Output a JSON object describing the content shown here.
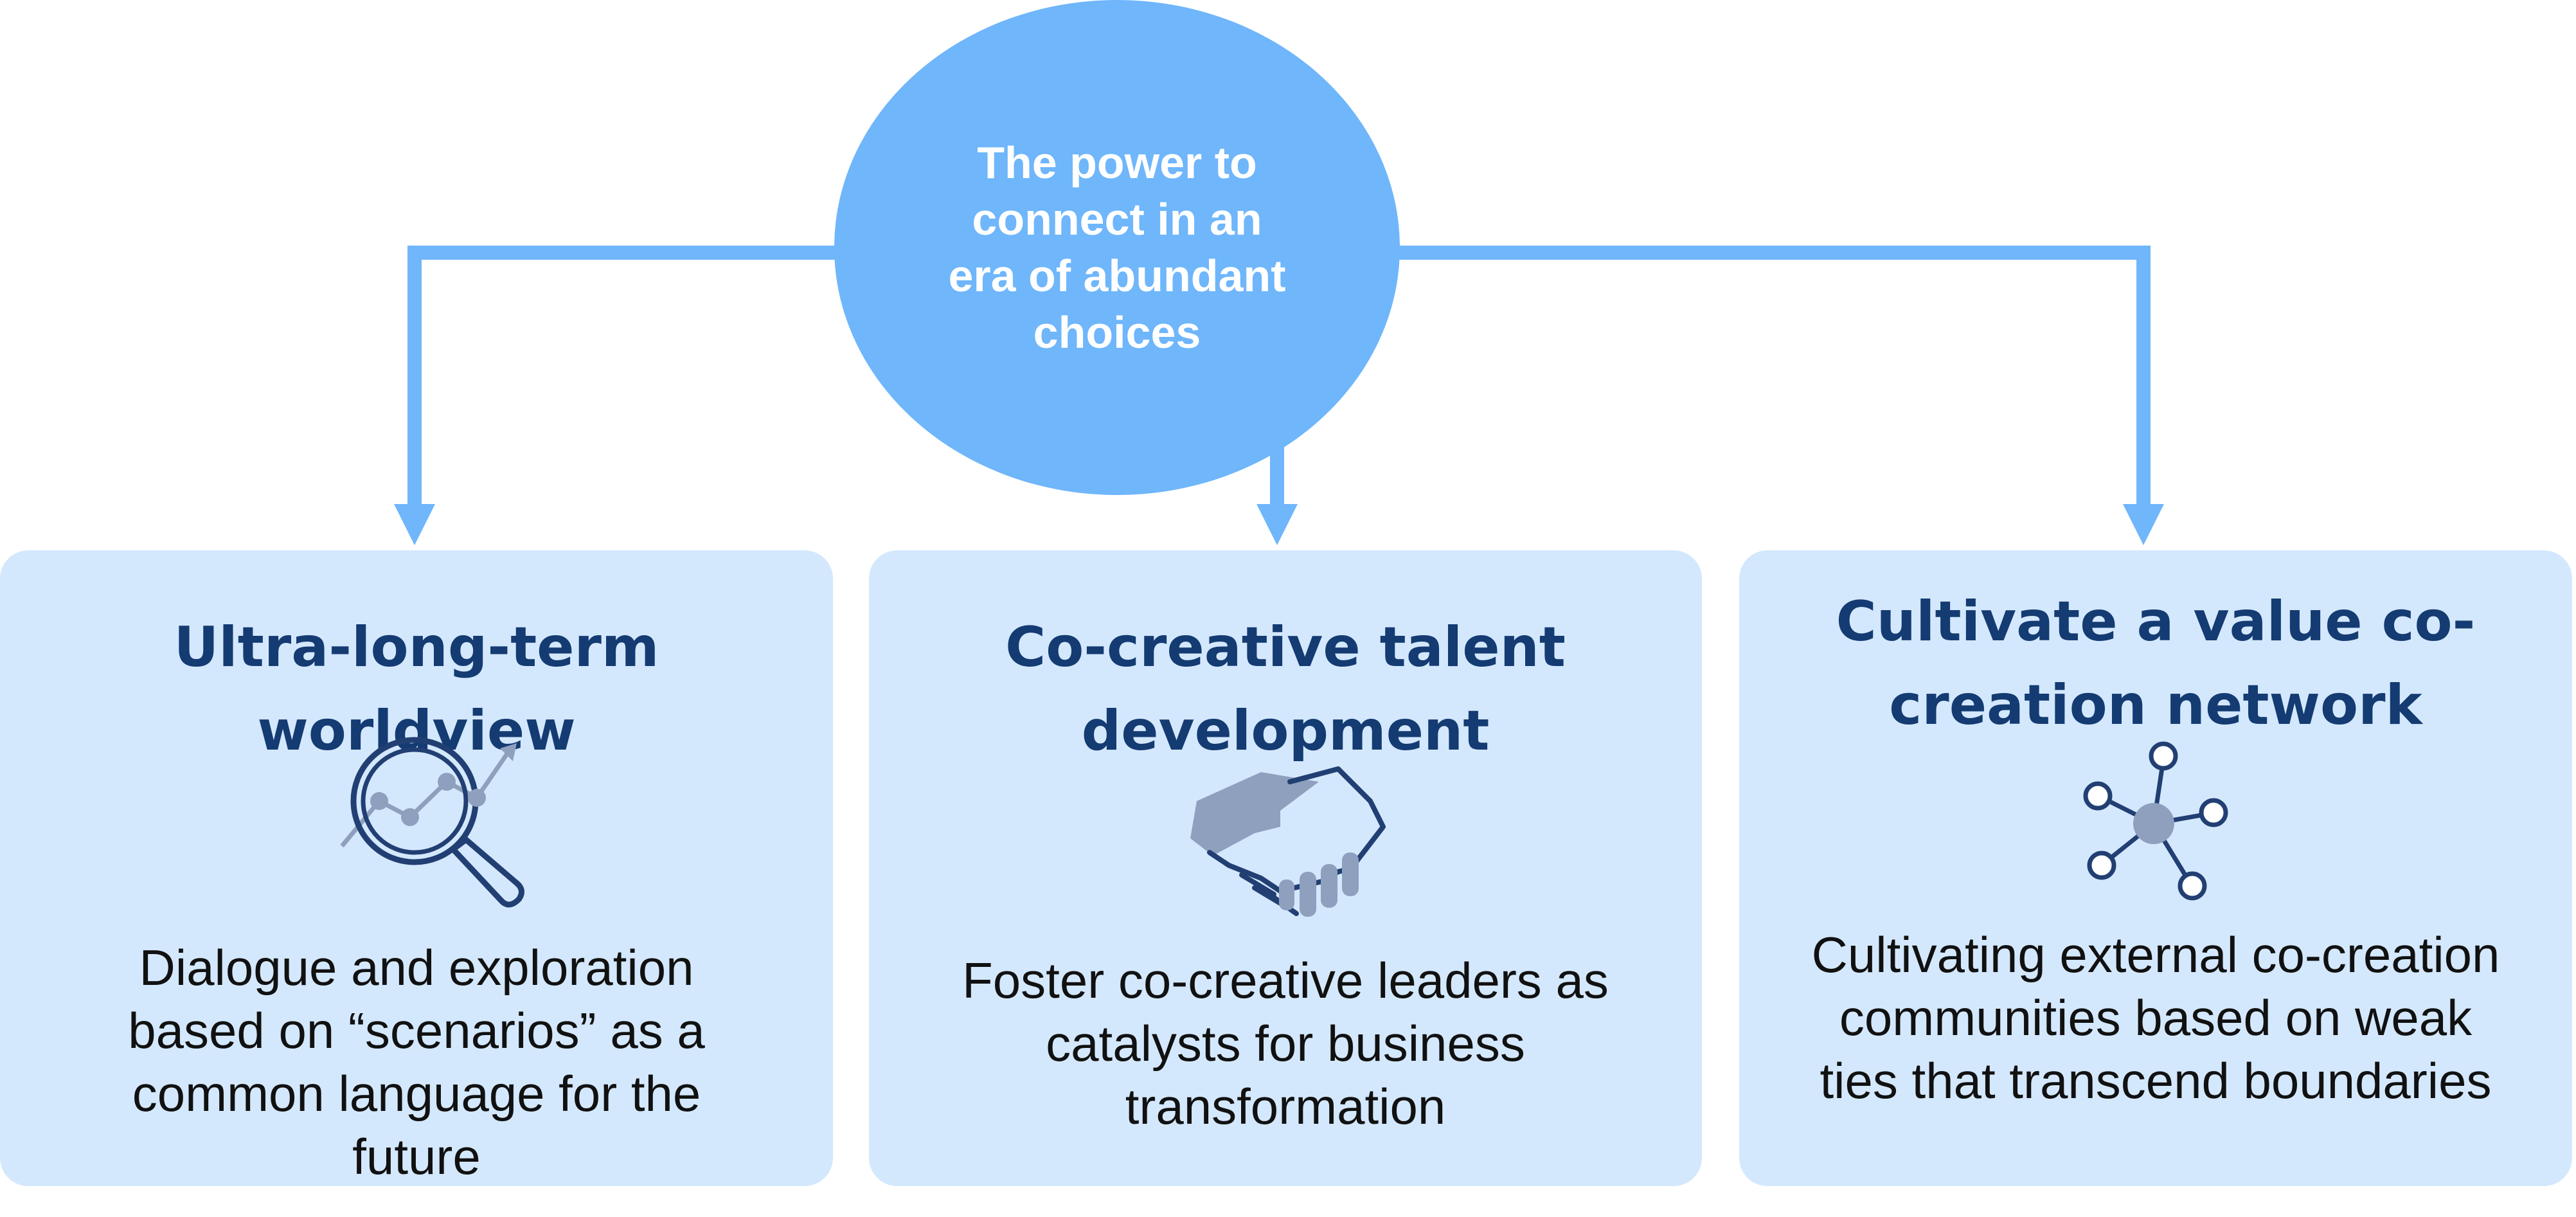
{
  "hub": {
    "text": "The power to\nconnect in an\nera of abundant\nchoices",
    "color": "#6fb6fb"
  },
  "connector_color": "#6fb6fb",
  "cards": [
    {
      "title": "Ultra-long-term\nworldview",
      "icon": "magnifier-chart-icon",
      "description": "Dialogue and exploration\nbased on “scenarios” as a\ncommon language for the\nfuture"
    },
    {
      "title": "Co-creative talent\ndevelopment",
      "icon": "handshake-icon",
      "description": "Foster co-creative leaders as\ncatalysts for business\ntransformation"
    },
    {
      "title": "Cultivate a value co-\ncreation network",
      "icon": "network-icon",
      "description": "Cultivating external co-creation\ncommunities based on weak\nties that transcend boundaries"
    }
  ],
  "colors": {
    "card_background": "#d4e8fd",
    "title_text": "#143b72",
    "icon_stroke": "#223f73",
    "icon_fill": "#8fa0be"
  }
}
